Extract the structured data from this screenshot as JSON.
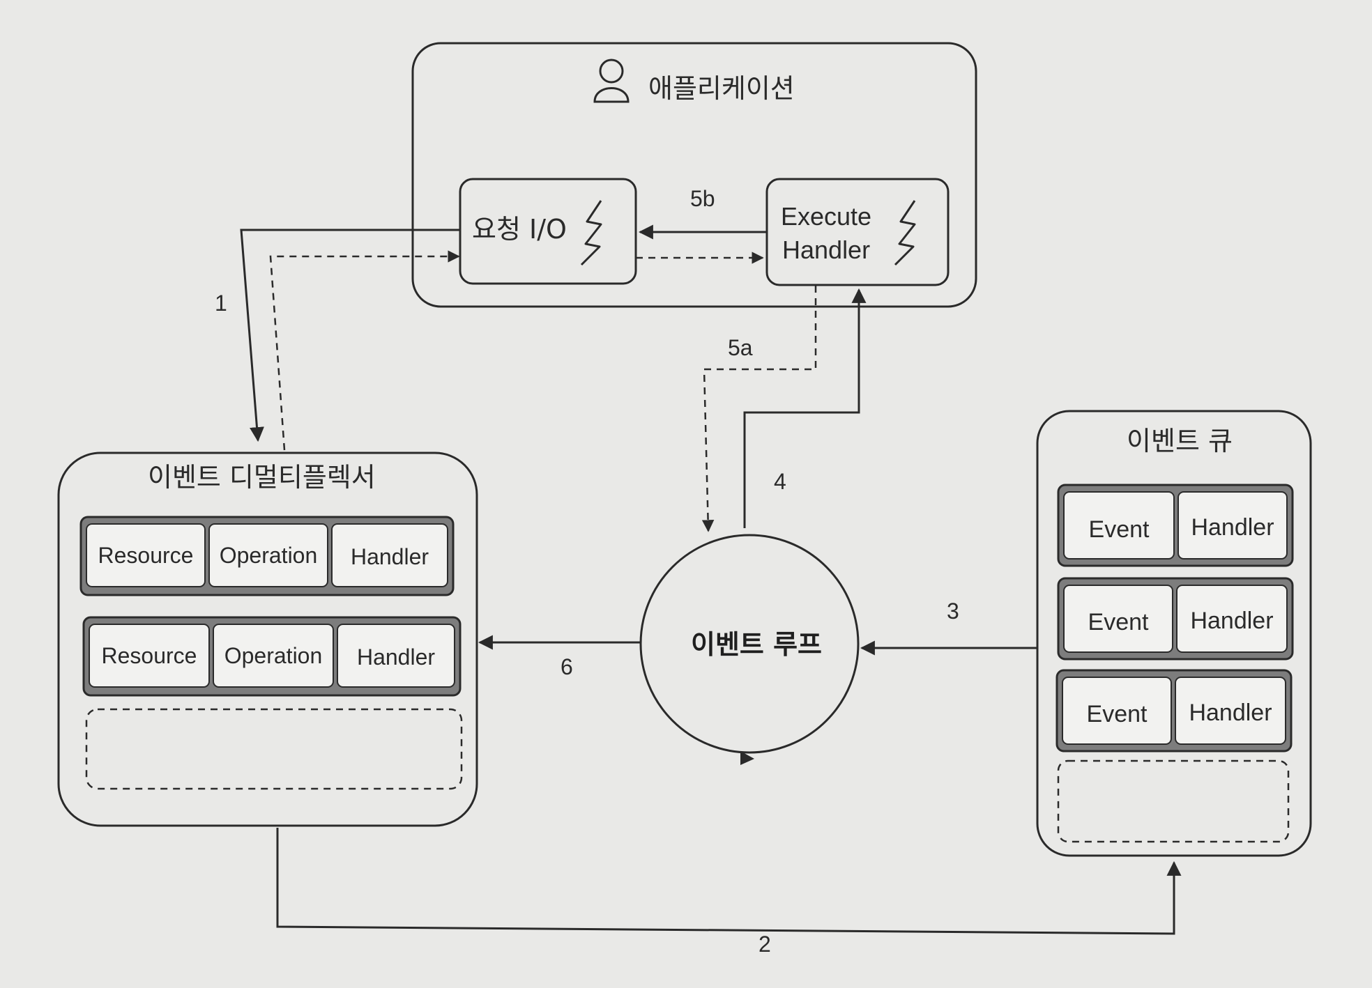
{
  "app": {
    "title": "애플리케이션",
    "request_io": "요청 I/O",
    "execute_handler_line1": "Execute",
    "execute_handler_line2": "Handler"
  },
  "demux": {
    "title": "이벤트 디멀티플렉서",
    "rows": [
      [
        "Resource",
        "Operation",
        "Handler"
      ],
      [
        "Resource",
        "Operation",
        "Handler"
      ]
    ]
  },
  "event_loop": {
    "label": "이벤트 루프"
  },
  "queue": {
    "title": "이벤트 큐",
    "rows": [
      [
        "Event",
        "Handler"
      ],
      [
        "Event",
        "Handler"
      ],
      [
        "Event",
        "Handler"
      ]
    ]
  },
  "steps": {
    "s1": "1",
    "s2": "2",
    "s3": "3",
    "s4": "4",
    "s5a": "5a",
    "s5b": "5b",
    "s6": "6"
  }
}
